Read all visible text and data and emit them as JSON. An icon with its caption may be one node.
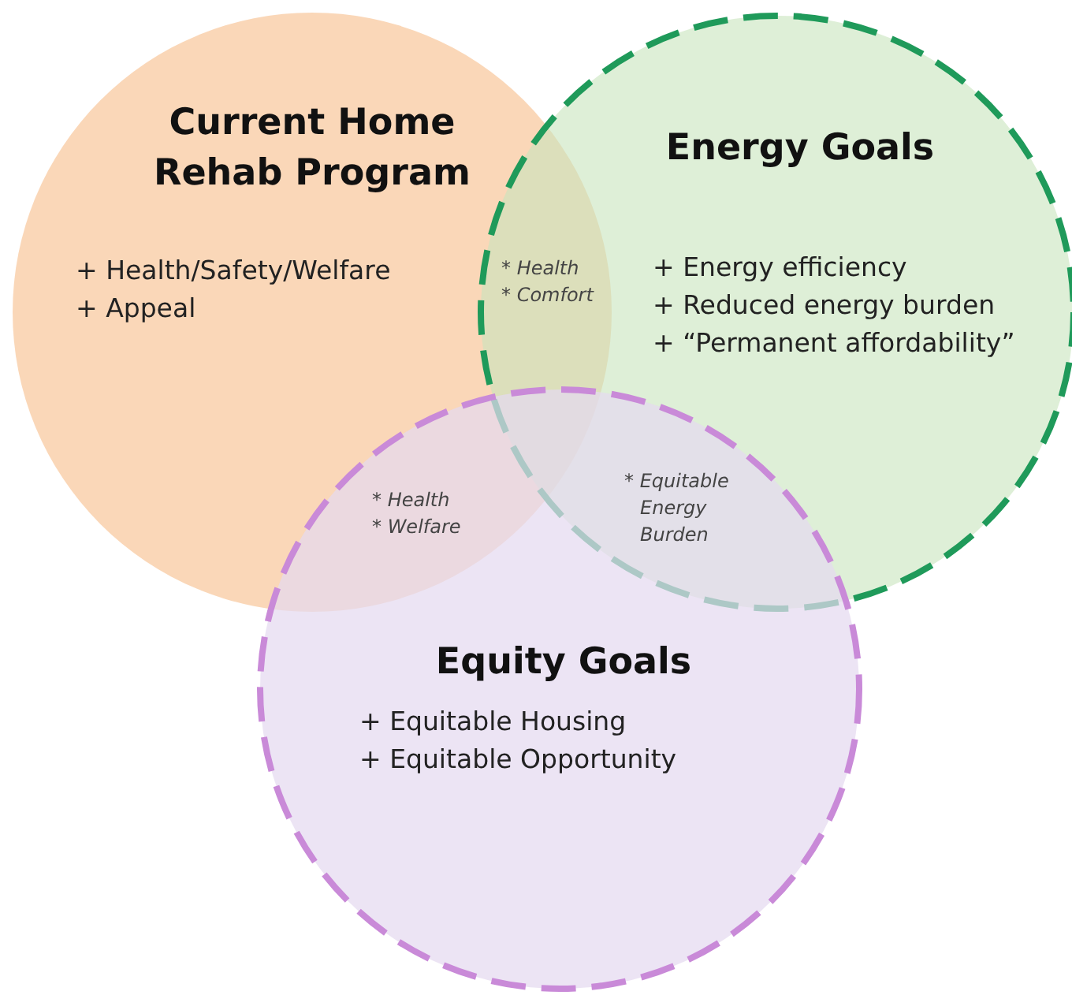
{
  "diagram": {
    "nodes": [
      {
        "text": [
          "Current Home Rehab Program",
          "+ Health/Safety/Welfare",
          "+ Appeal"
        ]
      },
      {
        "text": [
          "Energy Goals",
          "+ Energy efficiency",
          "+ Reduced energy burden",
          "+ “Permanent affordability”"
        ]
      },
      {
        "text": [
          "Equity Goals",
          "+ Equitable Housing",
          "+ Equitable Opportunity"
        ]
      }
    ],
    "labels": [
      "* Health",
      "* Comfort",
      "* Health",
      "* Welfare",
      "* Equitable Energy Burden"
    ]
  }
}
